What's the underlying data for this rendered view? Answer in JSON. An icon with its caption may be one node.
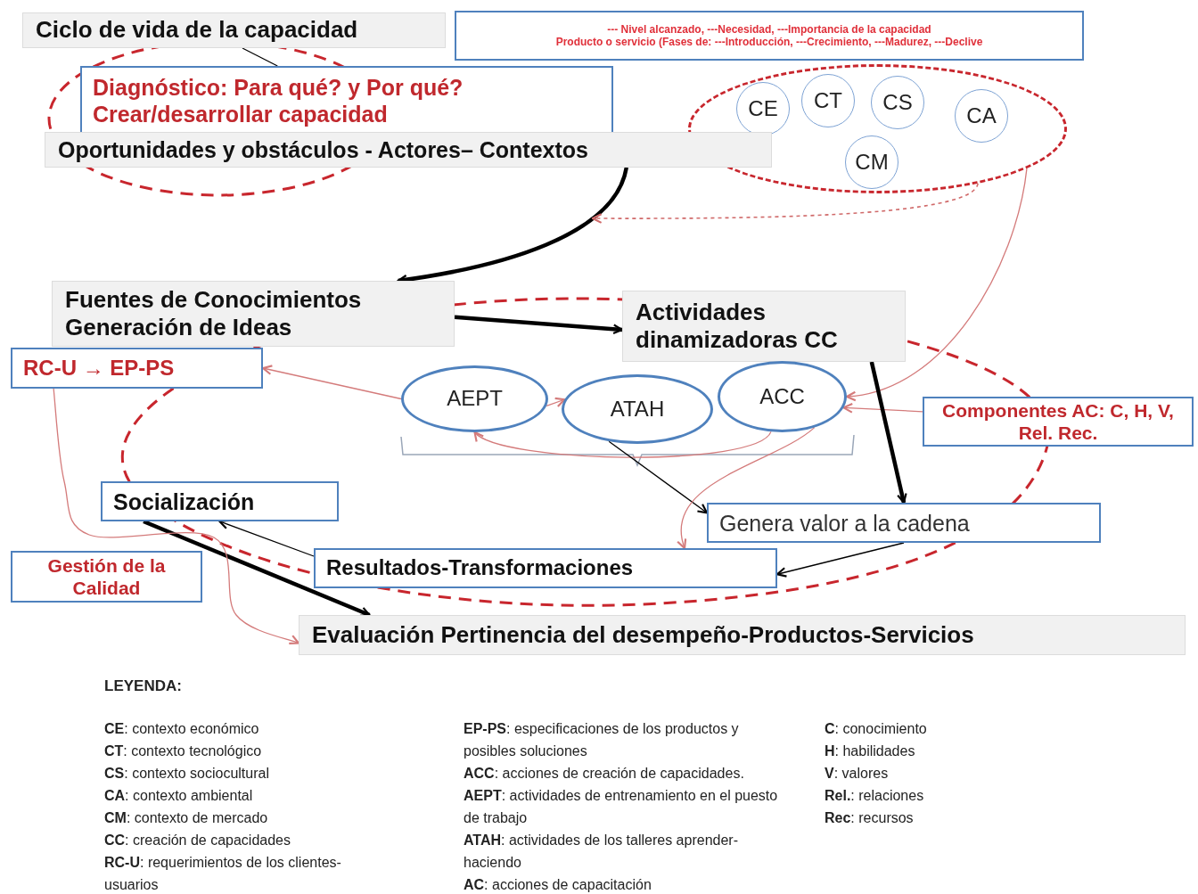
{
  "diagram": {
    "nodes": [
      {
        "text": [
          "Ciclo de vida de la capacidad"
        ]
      },
      {
        "text": [
          "--- Nivel alcanzado, ---Necesidad, ---Importancia de la capacidad",
          "Producto o servicio (Fases de: ---Introducción, ---Crecimiento, ---Madurez, ---Declive"
        ]
      },
      {
        "text": [
          "Diagnóstico: Para qué? y Por qué? Crear/desarrollar  capacidad"
        ]
      },
      {
        "text": [
          "Oportunidades y obstáculos - Actores– Contextos"
        ]
      },
      {
        "text": [],
        "shape": "ellipse"
      },
      {
        "text": [
          "CE"
        ],
        "in": 4
      },
      {
        "text": [
          "CT"
        ],
        "in": 4
      },
      {
        "text": [
          "CS"
        ],
        "in": 4
      },
      {
        "text": [
          "CA"
        ],
        "in": 4
      },
      {
        "text": [
          "CM"
        ],
        "in": 4
      },
      {
        "text": [
          "Fuentes de Conocimientos",
          "Generación de Ideas"
        ]
      },
      {
        "text": [
          "Actividades dinamizadoras CC"
        ]
      },
      {
        "text": [
          "RC-U → EP-PS"
        ]
      },
      {
        "text": [
          "AEPT"
        ]
      },
      {
        "text": [
          "ATAH"
        ]
      },
      {
        "text": [
          "ACC"
        ]
      },
      {
        "text": [
          "Componentes AC: C, H, V, Rel. Rec."
        ]
      },
      {
        "text": [
          "Socialización"
        ]
      },
      {
        "text": [
          "Genera valor a la cadena"
        ]
      },
      {
        "text": [
          "Gestión de la Calidad"
        ]
      },
      {
        "text": [
          "Resultados-Transformaciones"
        ]
      },
      {
        "text": [
          "Evaluación Pertinencia del desempeño-Productos-Servicios"
        ]
      }
    ],
    "edges": [
      {
        "from": 0,
        "to": 2,
        "arrow": "none"
      },
      {
        "from": 3,
        "to": 10,
        "arrow": "to",
        "style": "thick"
      },
      {
        "from": 4,
        "to": null,
        "arrow": "to",
        "style": "dashed",
        "color": "#d06a6a"
      },
      {
        "from": 4,
        "to": 15,
        "arrow": "to",
        "color": "#d47b7b"
      },
      {
        "from": 10,
        "to": 11,
        "arrow": "to",
        "style": "thick"
      },
      {
        "from": 13,
        "to": 12,
        "arrow": "to",
        "color": "#d47b7b"
      },
      {
        "from": 13,
        "to": 14,
        "arrow": "to",
        "color": "#d47b7b"
      },
      {
        "from": 16,
        "to": 15,
        "arrow": "to",
        "color": "#d47b7b"
      },
      {
        "from": 15,
        "to": 13,
        "arrow": "to",
        "color": "#d47b7b"
      },
      {
        "from": 14,
        "to": 18,
        "arrow": "to"
      },
      {
        "from": 11,
        "to": 18,
        "arrow": "to",
        "style": "thick"
      },
      {
        "from": 15,
        "to": 20,
        "arrow": "to",
        "color": "#d47b7b"
      },
      {
        "from": 18,
        "to": 20,
        "arrow": "to"
      },
      {
        "from": 20,
        "to": 17,
        "arrow": "to"
      },
      {
        "from": 17,
        "to": 21,
        "arrow": "to",
        "style": "thick"
      },
      {
        "from": 12,
        "to": 21,
        "arrow": "to",
        "color": "#d47b7b"
      }
    ],
    "labels": [
      "LEYENDA:",
      "**CE**: contexto económico",
      "**CT**: contexto tecnológico",
      "**CS**: contexto sociocultural",
      "**CA**: contexto ambiental",
      "**CM**: contexto de mercado",
      "**CC**: creación de capacidades",
      "**RC-U**: requerimientos de los clientes-usuarios",
      "**EP-PS**: especificaciones de los productos y posibles soluciones",
      "**ACC**: acciones de creación de capacidades.",
      "**AEPT**: actividades de entrenamiento en el puesto de trabajo",
      "**ATAH**: actividades de los talleres aprender-haciendo",
      "**AC**: acciones de capacitación",
      "**C**: conocimiento",
      "**H**: habilidades",
      "**V**: valores",
      "**Rel.**: relaciones",
      "**Rec**: recursos"
    ]
  }
}
